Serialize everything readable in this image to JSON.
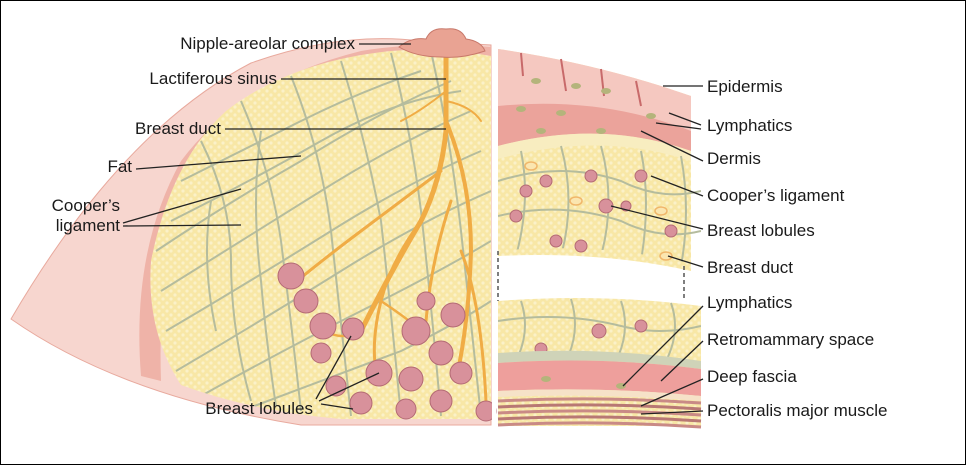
{
  "labels_left": {
    "nipple": "Nipple-areolar complex",
    "sinus": "Lactiferous sinus",
    "duct": "Breast duct",
    "fat": "Fat",
    "cooper_line1": "Cooper’s",
    "cooper_line2": "ligament",
    "lobules": "Breast lobules"
  },
  "labels_right": {
    "epidermis": "Epidermis",
    "lymphatics_top": "Lymphatics",
    "dermis": "Dermis",
    "cooper": "Cooper’s ligament",
    "lobules": "Breast lobules",
    "duct": "Breast duct",
    "lymphatics_bottom": "Lymphatics",
    "retromammary": "Retromammary space",
    "deep_fascia": "Deep fascia",
    "pectoralis": "Pectoralis major muscle"
  },
  "colors": {
    "skin": "#f4c9c0",
    "skin_dark": "#e7a398",
    "fat": "#f8e6a3",
    "fat_light": "#fbf0c4",
    "ligament": "#b9bfa3",
    "duct": "#f0b14a",
    "lobule": "#d48a94",
    "dermis": "#ecaaa2",
    "muscle": "#c98a86"
  }
}
